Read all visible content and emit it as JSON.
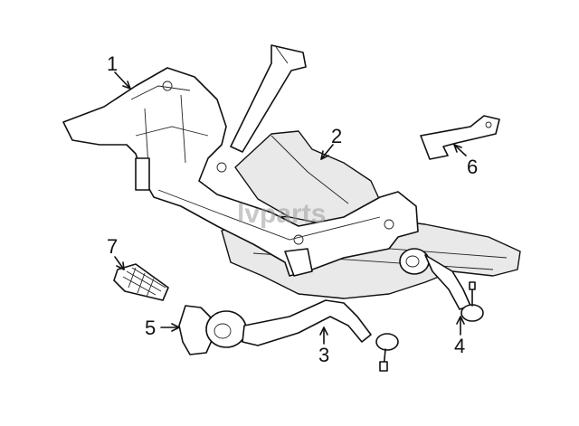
{
  "watermark": "lvparts",
  "callouts": [
    {
      "id": "1",
      "label": "1"
    },
    {
      "id": "2",
      "label": "2"
    },
    {
      "id": "3",
      "label": "3"
    },
    {
      "id": "4",
      "label": "4"
    },
    {
      "id": "5",
      "label": "5"
    },
    {
      "id": "6",
      "label": "6"
    },
    {
      "id": "7",
      "label": "7"
    }
  ],
  "colors": {
    "line": "#111111",
    "background": "#ffffff",
    "watermark": "#9a9a9a"
  }
}
